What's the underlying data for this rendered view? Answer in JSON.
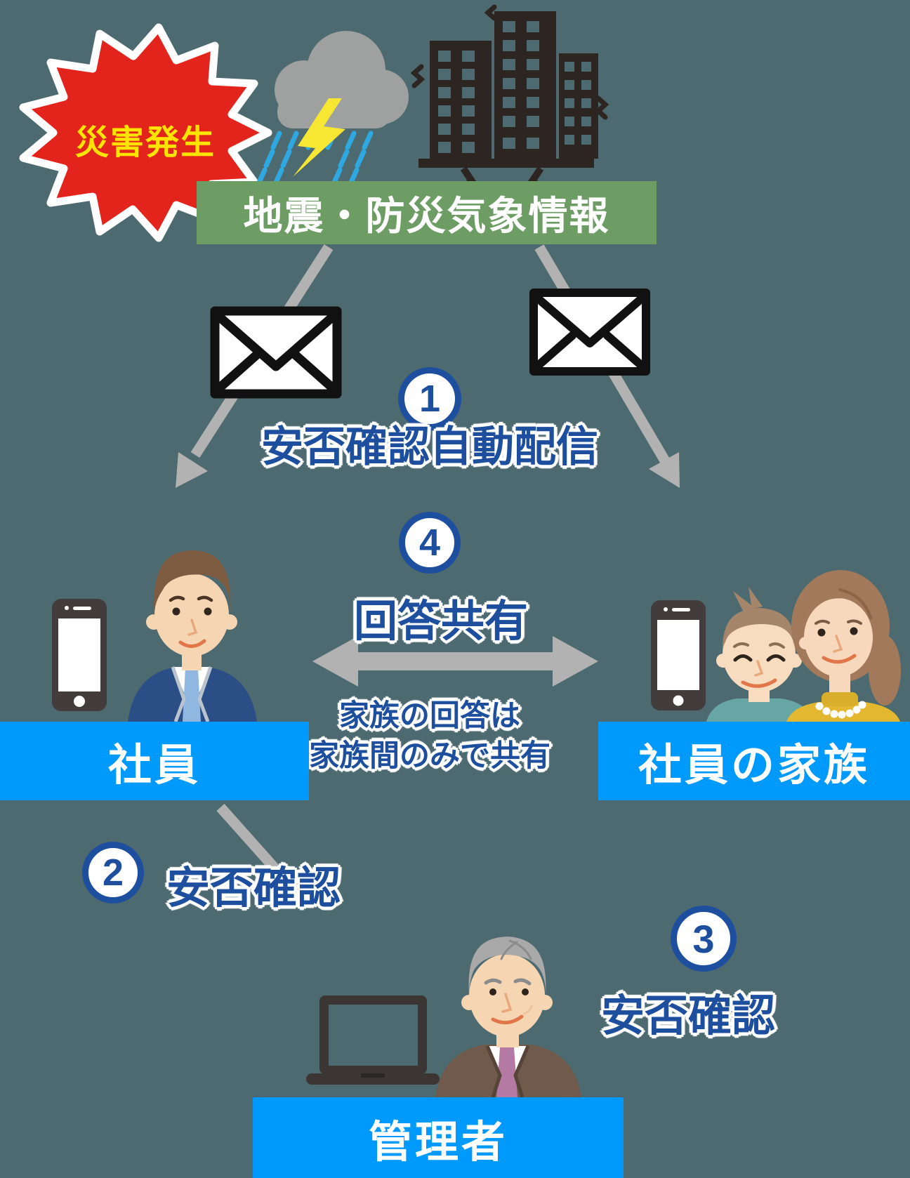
{
  "colors": {
    "background": "#4d6a70",
    "info_banner_green": "#6d9c64",
    "actor_banner_blue": "#0099fc",
    "accent_blue": "#1d4f9e",
    "alert_red": "#e3241c",
    "alert_text_yellow": "#ffe400",
    "arrow_gray": "#b2b2b2"
  },
  "alert": {
    "label": "災害発生"
  },
  "info_banner": {
    "label": "地震・防災気象情報"
  },
  "steps": [
    {
      "number": "1",
      "label": "安否確認自動配信"
    },
    {
      "number": "2",
      "label": "安否確認"
    },
    {
      "number": "3",
      "label": "安否確認"
    },
    {
      "number": "4",
      "label": "回答共有"
    }
  ],
  "note": {
    "line1": "家族の回答は",
    "line2": "家族間のみで共有"
  },
  "actors": {
    "employee": {
      "label": "社員"
    },
    "family": {
      "label": "社員の家族"
    },
    "admin": {
      "label": "管理者"
    }
  },
  "icons": [
    "storm-cloud-icon",
    "lightning-icon",
    "rain-icon",
    "quake-buildings-icon",
    "mail-icon",
    "smartphone-icon",
    "laptop-icon",
    "arrow-down-left",
    "arrow-down-right",
    "double-arrow-horizontal",
    "arrow-to-admin",
    "starburst-shape"
  ]
}
